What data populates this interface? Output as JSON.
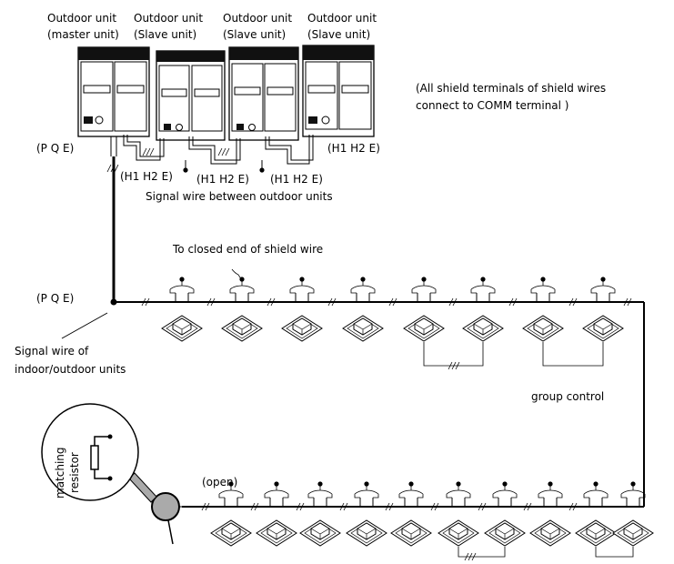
{
  "outdoor_units": [
    {
      "line1": "Outdoor unit",
      "line2": "(master unit)"
    },
    {
      "line1": "Outdoor unit",
      "line2": "(Slave unit)"
    },
    {
      "line1": "Outdoor unit",
      "line2": "(Slave unit)"
    },
    {
      "line1": "Outdoor unit",
      "line2": "(Slave unit)"
    }
  ],
  "notes": {
    "shield_line1": "(All shield terminals of shield wires",
    "shield_line2": "connect to COMM terminal )"
  },
  "labels": {
    "pqe_outdoor": "(P Q E)",
    "pqe_indoor": "(P Q E)",
    "h1h2e": "(H1 H2 E)",
    "signal_between": "Signal wire between outdoor units",
    "closed_end": "To closed end of shield wire",
    "indoor_outdoor_line1": "Signal wire of",
    "indoor_outdoor_line2": "indoor/outdoor units",
    "group_control": "group control",
    "open": "(open)",
    "resistor_line1": "matching",
    "resistor_line2": "resistor"
  }
}
